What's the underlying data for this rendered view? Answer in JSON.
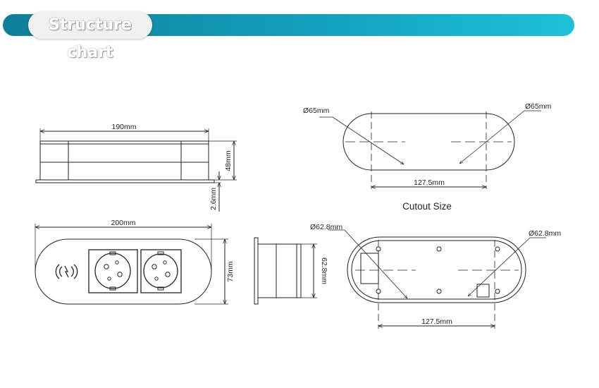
{
  "header": {
    "title": "Structure chart"
  },
  "side_view": {
    "width_label": "190mm",
    "height_label": "48mm",
    "flange_label": "2.6mm"
  },
  "front_view": {
    "width_label": "200mm",
    "height_label": "73mm"
  },
  "profile_view": {
    "diameter_label": "62.8mm"
  },
  "cutout": {
    "left_diameter_label": "Ø65mm",
    "right_diameter_label": "Ø65mm",
    "center_distance_label": "127.5mm",
    "caption": "Cutout Size"
  },
  "top_view": {
    "left_diameter_label": "Ø62.8mm",
    "right_diameter_label": "Ø62.8mm",
    "center_distance_label": "127.5mm"
  },
  "icons": {
    "wireless_charging": "wireless-charging-icon",
    "socket": "schuko-socket-icon"
  },
  "colors": {
    "header_start": "#0f7f9a",
    "header_end": "#1dc1d8",
    "line": "#222222"
  }
}
